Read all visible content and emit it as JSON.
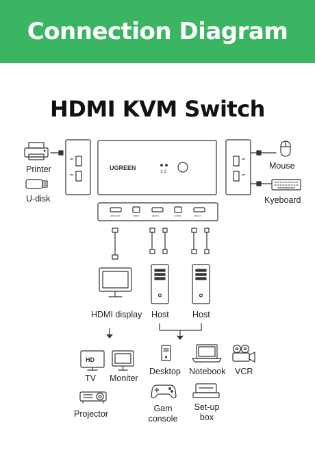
{
  "banner": {
    "title": "Connection Diagram"
  },
  "heading": "HDMI KVM Switch",
  "device": {
    "brand": "UGREEN",
    "indicator_label": "1  2",
    "rear_ports": [
      "HDMI OUT",
      "USB B",
      "HDMI 1",
      "USB B",
      "HDMI 2"
    ]
  },
  "left_devices": {
    "printer": "Printer",
    "udisk": "U-disk"
  },
  "right_devices": {
    "mouse": "Mouse",
    "keyboard": "Kyeboard"
  },
  "outputs": {
    "display": "HDMI display",
    "host1": "Host",
    "host2": "Host"
  },
  "display_types": {
    "tv": "TV",
    "tv_badge": "HD",
    "monitor": "Moniter",
    "projector": "Projector"
  },
  "host_types": {
    "desktop": "Desktop",
    "notebook": "Notebook",
    "vcr": "VCR",
    "game_line1": "Gam",
    "game_line2": "console",
    "setup_line1": "Set-up",
    "setup_line2": "box"
  },
  "colors": {
    "banner": "#3cb563",
    "stroke": "#333333"
  }
}
